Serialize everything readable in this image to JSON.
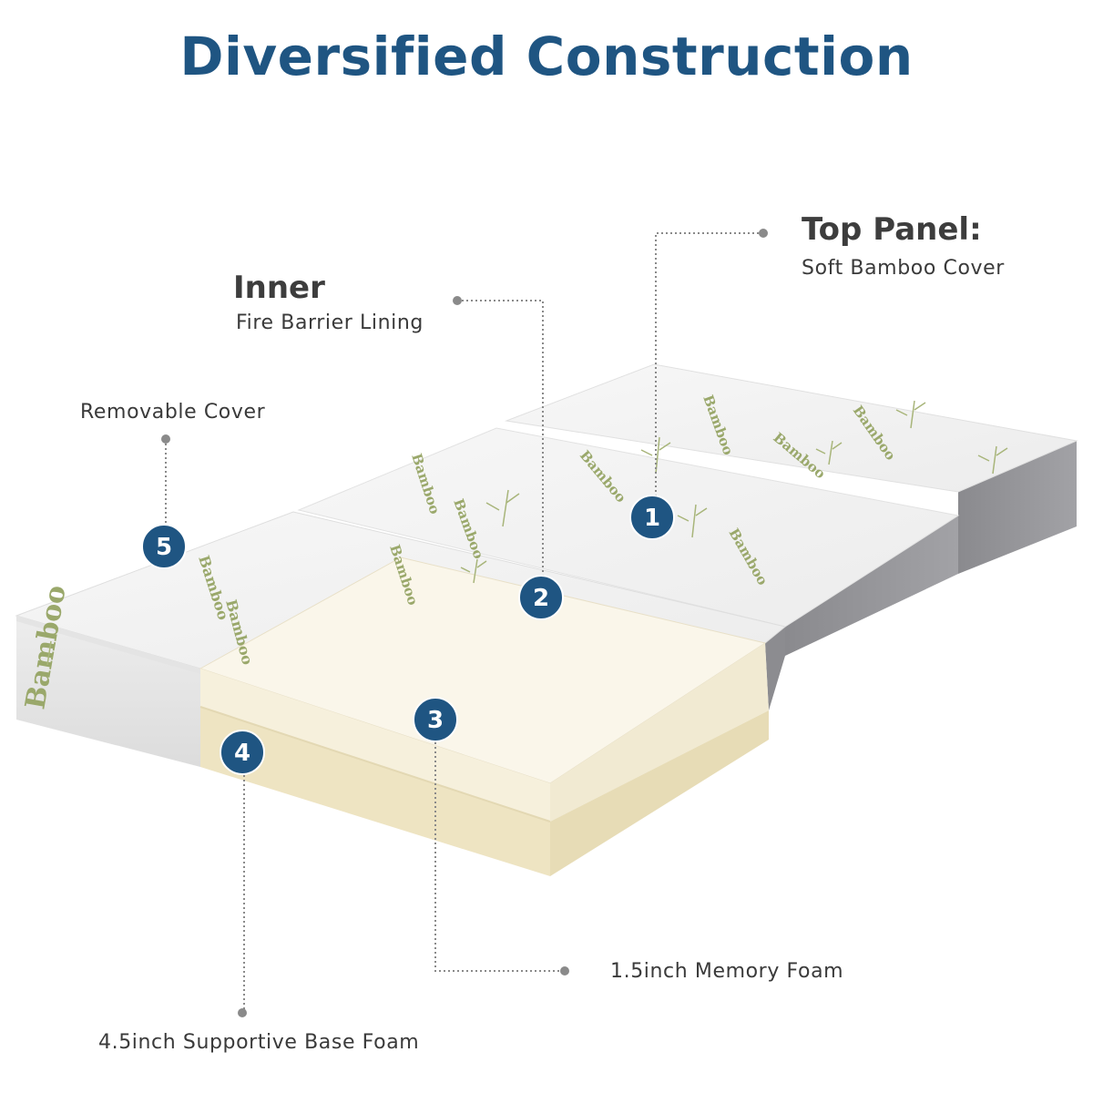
{
  "title": "Diversified Construction",
  "callouts": {
    "top_panel": {
      "number": "1",
      "heading": "Top Panel:",
      "text": "Soft Bamboo Cover"
    },
    "inner": {
      "number": "2",
      "heading": "Inner",
      "text": "Fire Barrier Lining"
    },
    "memory_foam": {
      "number": "3",
      "text": "1.5inch Memory Foam"
    },
    "base_foam": {
      "number": "4",
      "text": "4.5inch Supportive Base Foam"
    },
    "removable_cover": {
      "number": "5",
      "text": "Removable Cover"
    }
  },
  "cover_print": "Bamboo",
  "colors": {
    "title": "#1f5582",
    "badge": "#1f5582",
    "cover_top": "#f4f4f4",
    "cover_side": "#8f8f93",
    "memory_foam": "#f7f2e3",
    "base_foam": "#efe6c6"
  }
}
